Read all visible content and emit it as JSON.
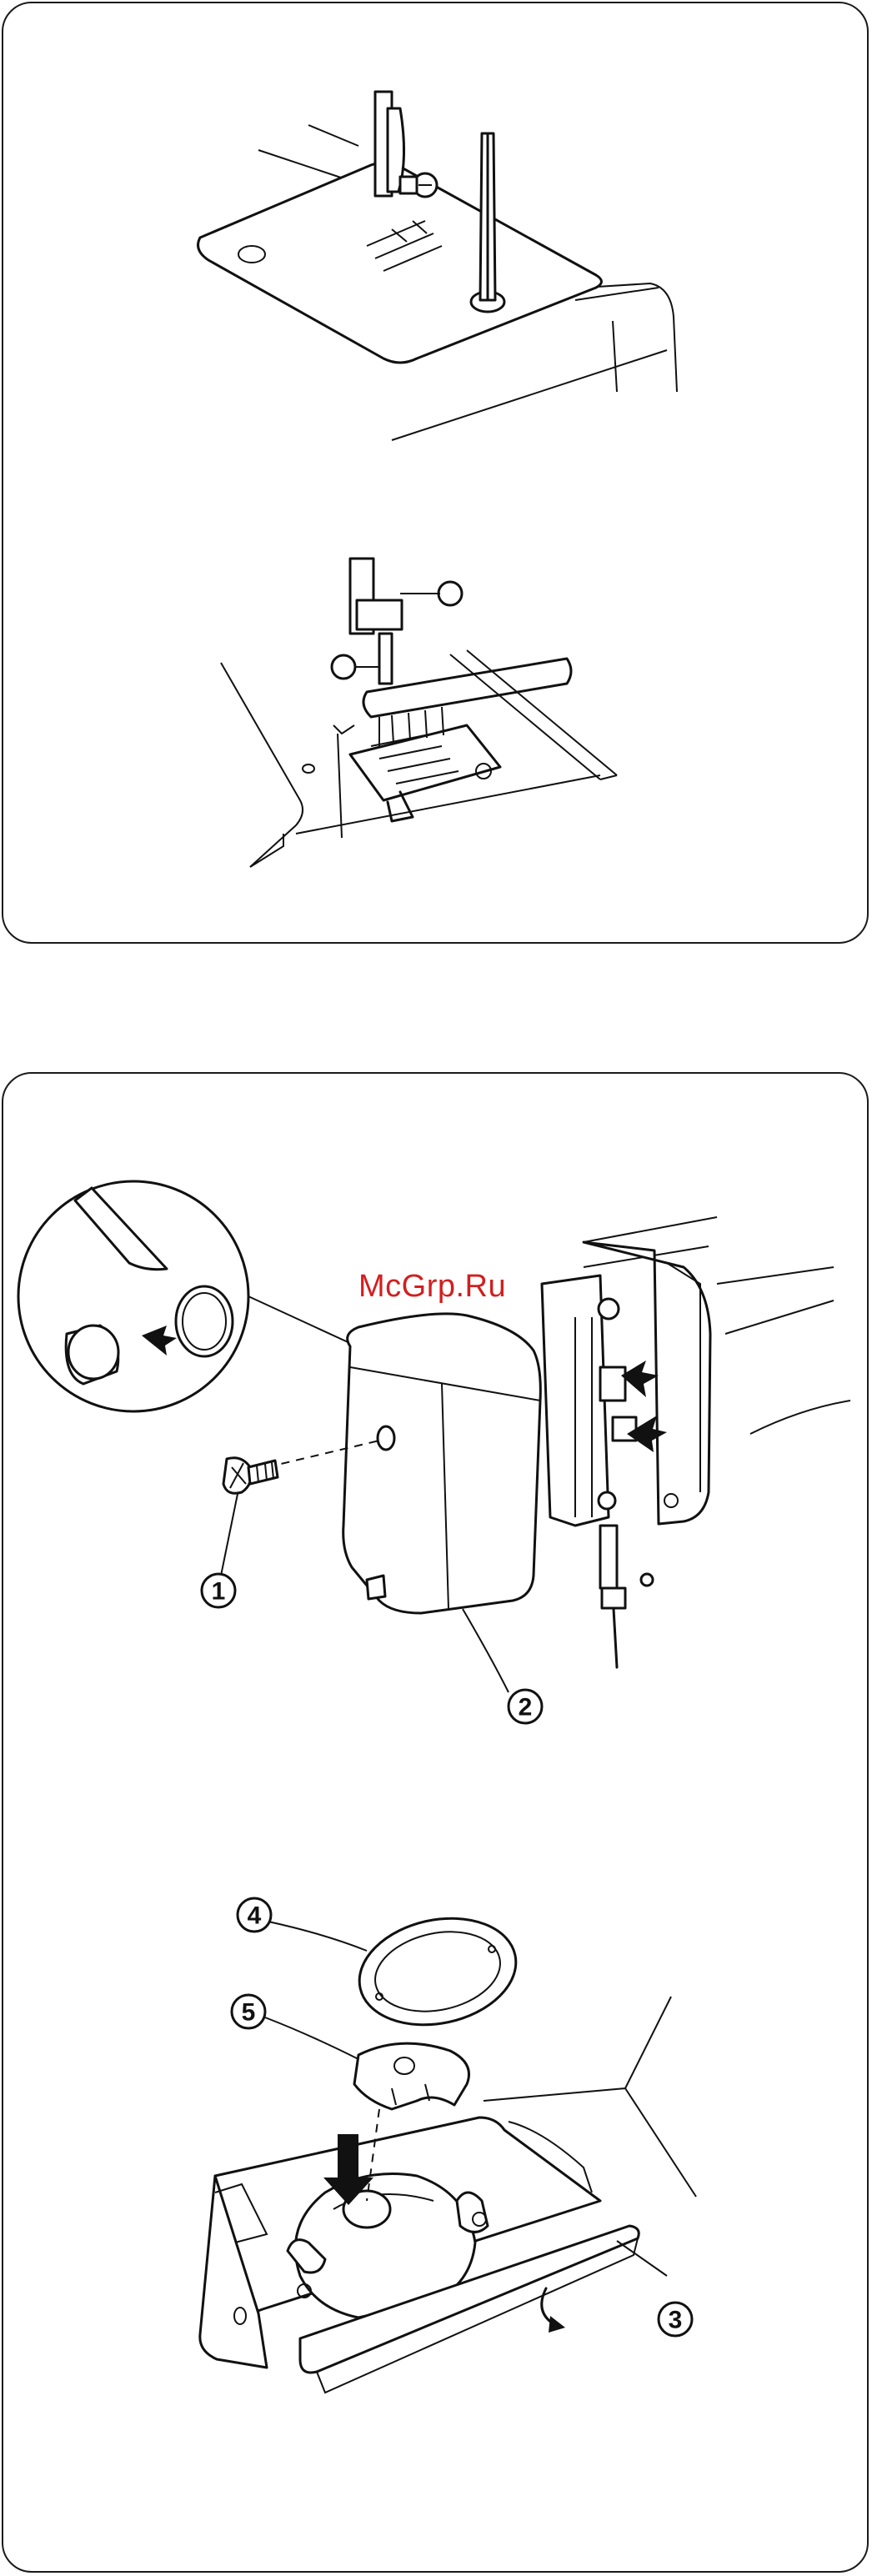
{
  "watermark": "McGrp.Ru",
  "callouts": {
    "c1": "1",
    "c2": "2",
    "c3": "3",
    "c4": "4",
    "c5": "5"
  }
}
